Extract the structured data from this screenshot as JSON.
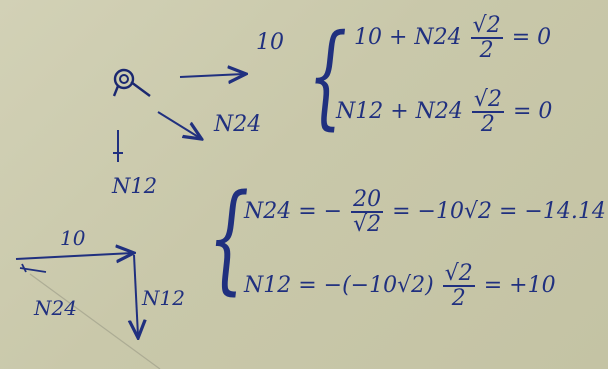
{
  "free_body": {
    "force_right": "10",
    "member_diag": "N24",
    "member_down": "N12"
  },
  "system1": {
    "eq1": {
      "a": "10 + N24",
      "num": "√2",
      "den": "2",
      "rhs": "= 0"
    },
    "eq2": {
      "a": "N12 + N24",
      "num": "√2",
      "den": "2",
      "rhs": "= 0"
    }
  },
  "system2": {
    "eq1": {
      "lhs": "N24 = −",
      "num": "20",
      "den": "√2",
      "rhs": "= −10√2 = −14.14"
    },
    "eq2": {
      "lhs": "N12 = −(−10√2)",
      "num": "√2",
      "den": "2",
      "rhs": "= +10"
    }
  },
  "force_triangle": {
    "top": "10",
    "hyp": "N24",
    "vert": "N12"
  }
}
